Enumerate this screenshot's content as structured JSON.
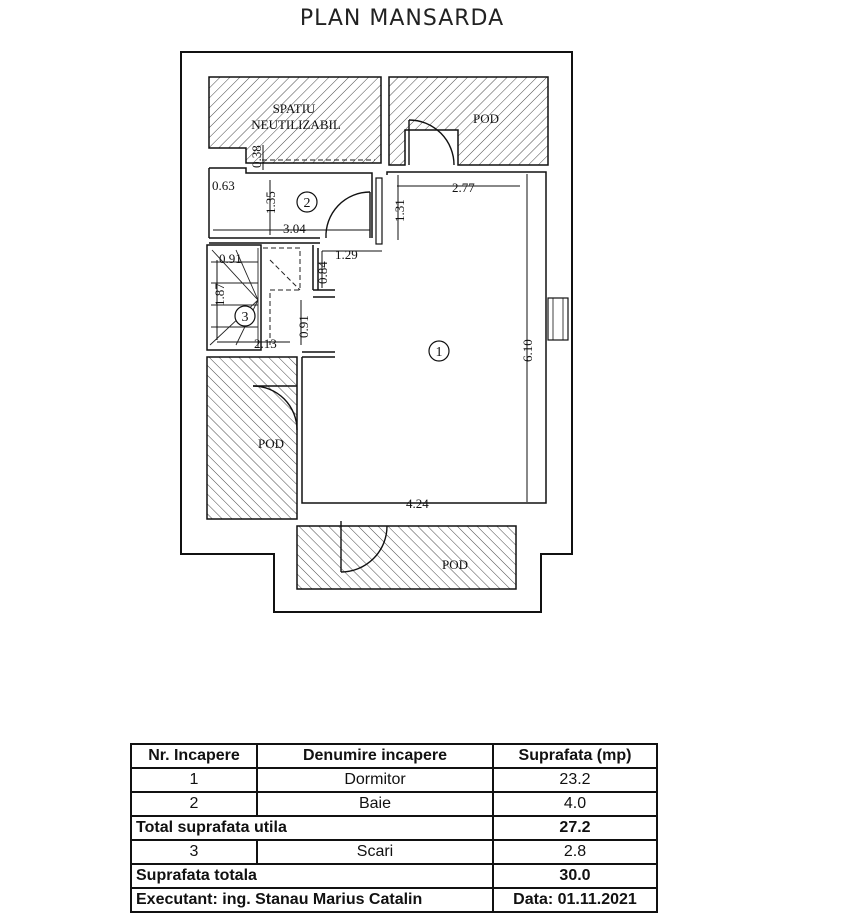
{
  "title": "PLAN MANSARDA",
  "plan": {
    "labels": {
      "spatiu_line1": "SPATIU",
      "spatiu_line2": "NEUTILIZABIL",
      "pod_top": "POD",
      "pod_left": "POD",
      "pod_bottom": "POD",
      "room1": "1",
      "room2": "2",
      "room3": "3"
    },
    "dimensions": {
      "d038": "0.38",
      "d063": "0.63",
      "d135": "1.35",
      "d131": "1.31",
      "d277": "2.77",
      "d304": "3.04",
      "d129": "1.29",
      "d091a": "0.91",
      "d084": "0.84",
      "d187": "1.87",
      "d091b": "0.91",
      "d213": "2.13",
      "d610": "6.10",
      "d424": "4.24"
    }
  },
  "table": {
    "headers": [
      "Nr. Incapere",
      "Denumire incapere",
      "Suprafata (mp)"
    ],
    "rows": [
      {
        "nr": "1",
        "name": "Dormitor",
        "area": "23.2"
      },
      {
        "nr": "2",
        "name": "Baie",
        "area": "4.0"
      }
    ],
    "total_util_label": "Total suprafata utila",
    "total_util_value": "27.2",
    "extra_row": {
      "nr": "3",
      "name": "Scari",
      "area": "2.8"
    },
    "total_label": "Suprafata totala",
    "total_value": "30.0",
    "footer_left": "Executant: ing. Stanau Marius Catalin",
    "footer_right": "Data: 01.11.2021"
  }
}
